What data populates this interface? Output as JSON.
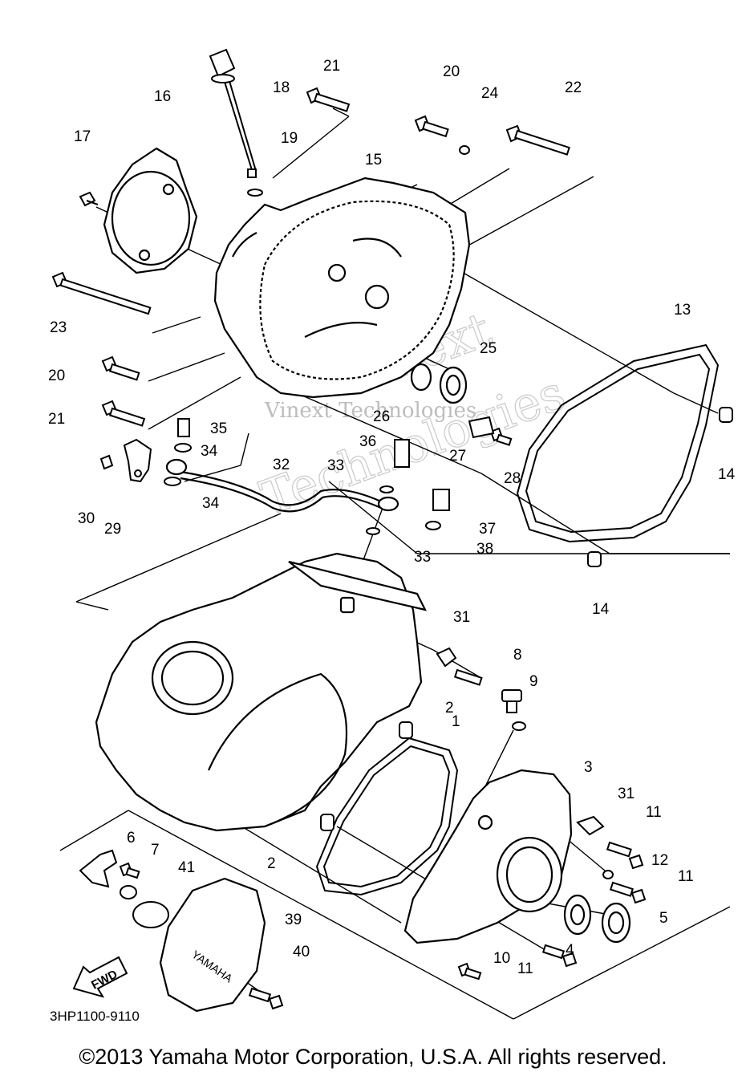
{
  "callouts": {
    "c1": "1",
    "c2a": "2",
    "c2b": "2",
    "c3": "3",
    "c4": "4",
    "c5": "5",
    "c6": "6",
    "c7": "7",
    "c8": "8",
    "c9": "9",
    "c10": "10",
    "c11a": "11",
    "c11b": "11",
    "c11c": "11",
    "c12": "12",
    "c13": "13",
    "c14a": "14",
    "c14b": "14",
    "c15": "15",
    "c16": "16",
    "c17": "17",
    "c18": "18",
    "c19": "19",
    "c20a": "20",
    "c20b": "20",
    "c21a": "21",
    "c21b": "21",
    "c22": "22",
    "c23": "23",
    "c24": "24",
    "c25": "25",
    "c26": "26",
    "c27": "27",
    "c28": "28",
    "c29": "29",
    "c30": "30",
    "c31a": "31",
    "c31b": "31",
    "c32": "32",
    "c33a": "33",
    "c33b": "33",
    "c34a": "34",
    "c34b": "34",
    "c35": "35",
    "c36": "36",
    "c37": "37",
    "c38": "38",
    "c39": "39",
    "c40": "40",
    "c41": "41"
  },
  "fwd_label": "FWD",
  "cover_logo": "YAMAHA",
  "diagram_code": "3HP1100-9110",
  "watermark": {
    "line1": "Vinext",
    "line2": "Technologies",
    "overlay": "Vinext Technologies"
  },
  "copyright": "©2013 Yamaha Motor Corporation, U.S.A. All rights reserved."
}
